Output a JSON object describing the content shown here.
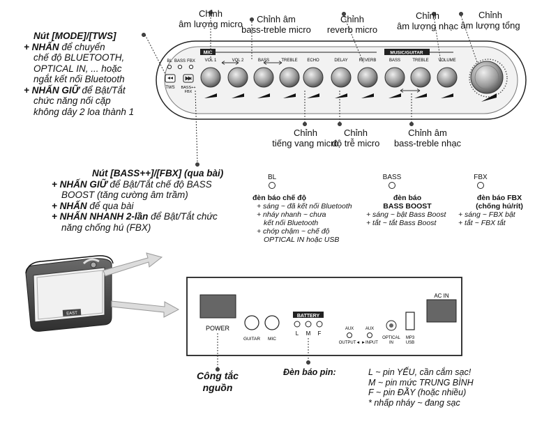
{
  "top_callouts": {
    "vol_mic": "Chỉnh\nâm lượng micro",
    "bass_treble_mic": "Chỉnh âm\nbass-treble micro",
    "reverb": "Chỉnh\nreverb micro",
    "vol_music": "Chỉnh\nâm lượng nhạc",
    "vol_master": "Chỉnh\nâm lượng tổng"
  },
  "bottom_callouts": {
    "echo": "Chỉnh\ntiếng vang micro",
    "delay": "Chỉnh\nđộ trễ micro",
    "bass_treble_music": "Chỉnh âm\nbass-treble nhạc"
  },
  "panel": {
    "mic_group": "MIC",
    "music_group": "MUSIC/GUITAR",
    "knobs": [
      "VOL 1",
      "VOL 2",
      "BASS",
      "TREBLE",
      "ECHO",
      "DELAY",
      "REVERB",
      "BASS",
      "TREBLE",
      "VOLUME"
    ],
    "indicators": [
      "BL",
      "BASS",
      "FBX"
    ],
    "tws_label": "TWS",
    "bass_fbx_label": "BASS++\nFBX"
  },
  "mode_note": {
    "title": "Nút [MODE]/[TWS]",
    "lines": [
      [
        "+ NHẤN",
        " để chuyển"
      ],
      [
        "",
        "chế độ BLUETOOTH,"
      ],
      [
        "",
        "OPTICAL IN, ... hoặc"
      ],
      [
        "",
        "ngắt kết nối Bluetooth"
      ],
      [
        "+ NHẤN GIỮ",
        " để Bật/Tắt"
      ],
      [
        "",
        "chức năng nối cặp"
      ],
      [
        "",
        "không dây 2 loa thành 1"
      ]
    ]
  },
  "bass_note": {
    "title": "Nút [BASS++]/[FBX] (qua bài)",
    "lines": [
      [
        "+ NHẤN GIỮ",
        " để Bật/Tắt chế độ BASS"
      ],
      [
        "",
        "BOOST (tăng cường âm trầm)"
      ],
      [
        "+ NHẤN",
        " để qua bài"
      ],
      [
        "+ NHẤN NHANH 2-lần",
        " để Bật/Tắt chức"
      ],
      [
        "",
        "năng chống hú (FBX)"
      ]
    ]
  },
  "legend_bl": {
    "label": "BL",
    "title": "đèn báo chế độ",
    "lines": [
      "+ sáng ~ đã kết nối Bluetooth",
      "+ nháy nhanh ~ chưa",
      "   kết nối Bluetooth",
      "+ chớp chậm ~ chế độ",
      "   OPTICAL IN hoặc USB"
    ]
  },
  "legend_bass": {
    "label": "BASS",
    "title": "đèn báo\nBASS BOOST",
    "lines": [
      "+ sáng ~ bật Bass Boost",
      "+ tắt ~ tắt Bass Boost"
    ]
  },
  "legend_fbx": {
    "label": "FBX",
    "title": "đèn báo FBX\n(chống hú/rít)",
    "lines": [
      "+ sáng ~ FBX bật",
      "+ tắt ~ FBX tắt"
    ]
  },
  "rear": {
    "power": "POWER",
    "guitar": "GUITAR",
    "mic": "MIC",
    "battery": "BATTERY",
    "battery_leds": [
      "L",
      "M",
      "F"
    ],
    "aux_out": "AUX\nOUTPUT◄",
    "aux_in": "AUX\n►INPUT",
    "optical": "OPTICAL\nIN",
    "mp3": "MP3\nUSB",
    "ac_in": "AC IN"
  },
  "power_note": "Công tắc\nnguồn",
  "battery_note": {
    "title": "Đèn báo pin:",
    "lines": [
      "L ~ pin YẾU, cần cắm sạc!",
      "M ~ pin mức TRUNG BÌNH",
      "F ~ pin ĐẦY (hoặc nhiều)",
      "* nhấp nháy ~ đang sạc"
    ]
  }
}
